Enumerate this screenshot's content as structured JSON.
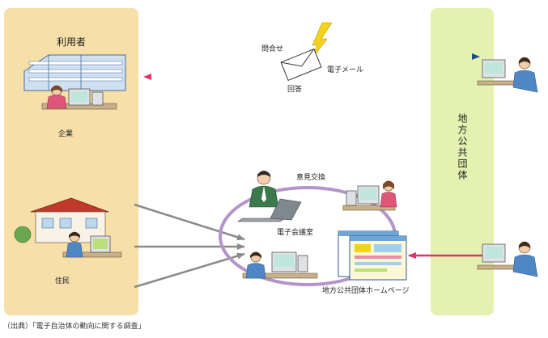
{
  "panels": {
    "users": {
      "title": "利用者"
    },
    "local_government": {
      "title": "地方公共団体"
    }
  },
  "labels": {
    "inquiry": "問合せ",
    "email": "電子メール",
    "answer": "回答",
    "company": "企業",
    "resident": "住民",
    "opinion_exchange": "意見交換",
    "conference_room": "電子会議室",
    "homepage": "地方公共団体ホームページ"
  },
  "source": "（出典）「電子自治体の動向に関する調査」",
  "colors": {
    "panel_left": "#f6dfa9",
    "panel_right": "#e4f1b0",
    "arrow_blue": "#1d4c8d",
    "arrow_pink": "#e8306a",
    "arrow_gray": "#8a8a8a",
    "ring_purple": "#b395c8",
    "lightning": "#f2d21b"
  }
}
